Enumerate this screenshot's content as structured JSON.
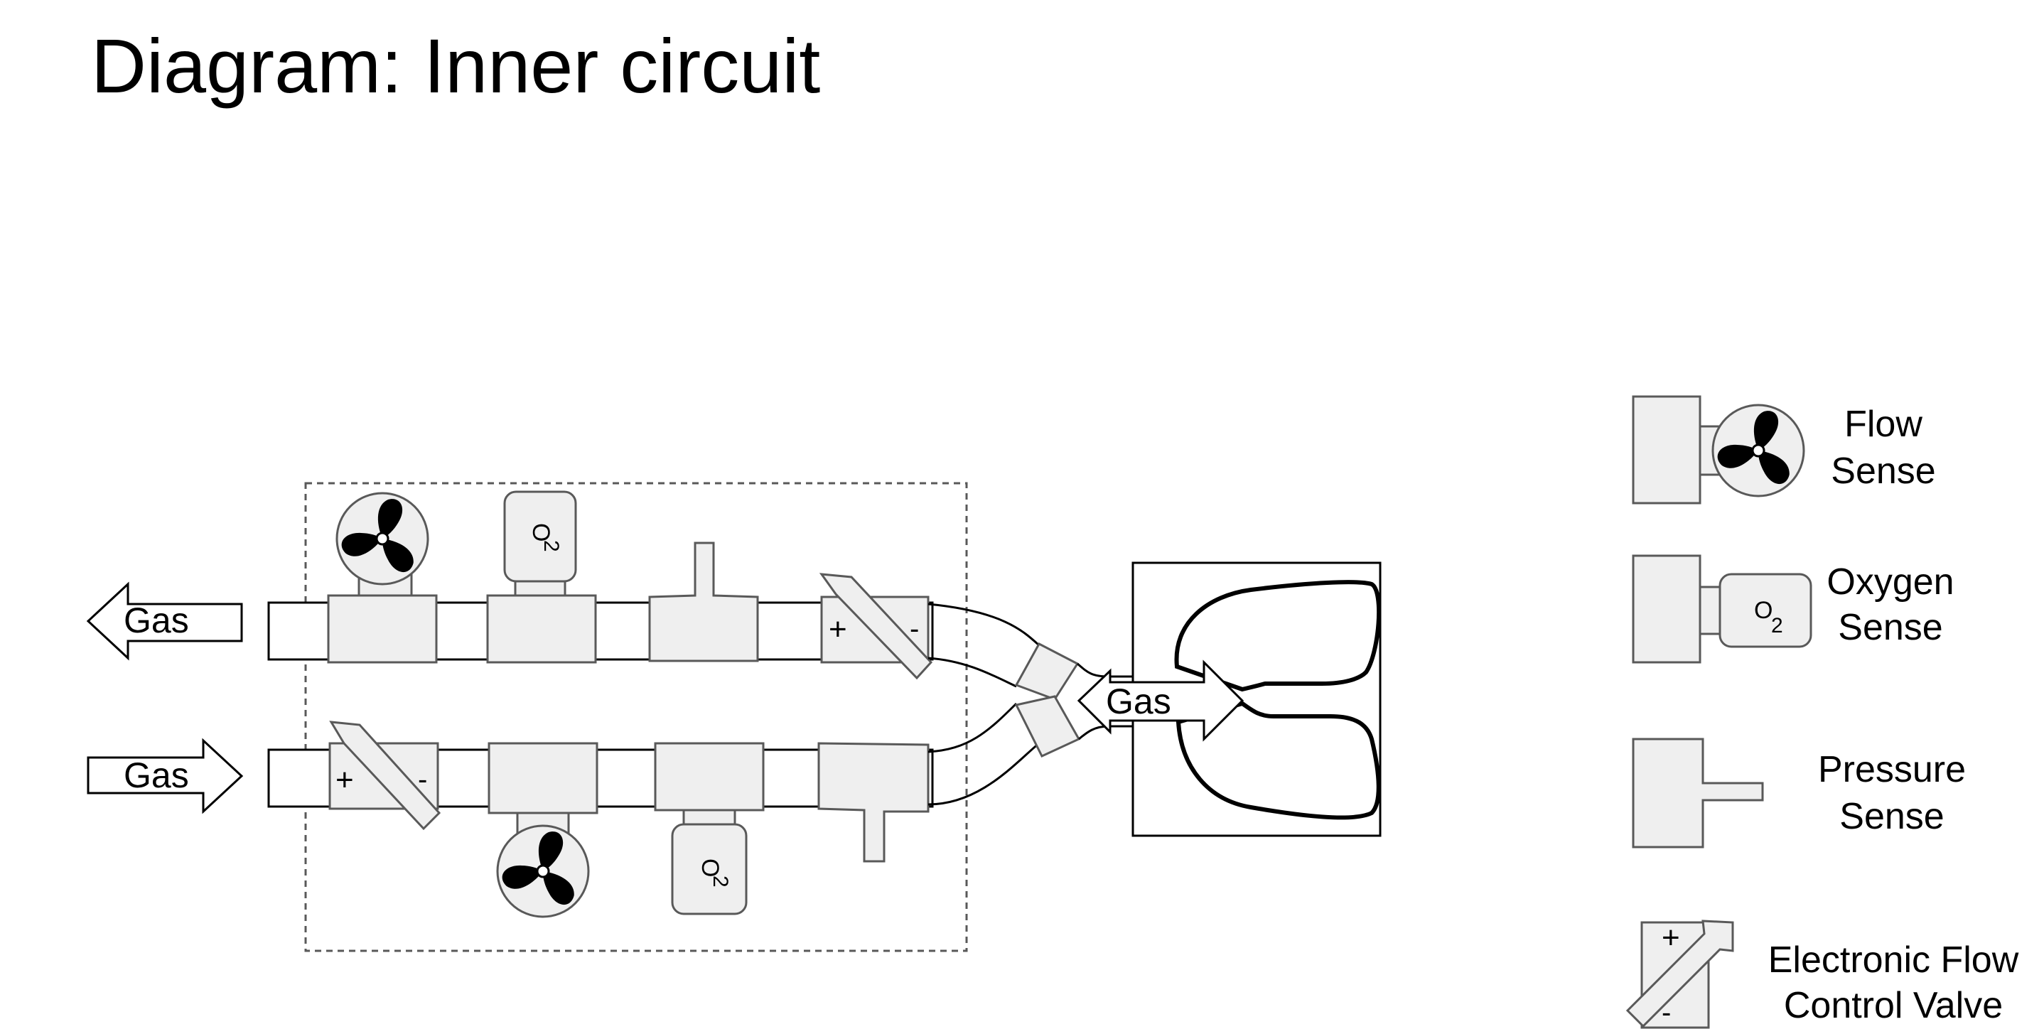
{
  "title": "Diagram: Inner circuit",
  "labels": {
    "gas_out": "Gas",
    "gas_in": "Gas",
    "gas_patient": "Gas"
  },
  "symbols": {
    "oxygen": {
      "letter": "O",
      "subscript": "2"
    },
    "valve": {
      "plus": "+",
      "minus": "-"
    }
  },
  "legend": [
    {
      "id": "flow",
      "lines": [
        "Flow",
        "Sense"
      ]
    },
    {
      "id": "oxygen",
      "lines": [
        "Oxygen",
        "Sense"
      ]
    },
    {
      "id": "pressure",
      "lines": [
        "Pressure",
        "Sense"
      ]
    },
    {
      "id": "valve",
      "lines": [
        "Electronic Flow",
        "Control Valve"
      ]
    }
  ],
  "colors": {
    "component_fill": "#efefef",
    "stroke": "#595959",
    "tube_stroke": "#000000",
    "blade": "#000000"
  }
}
